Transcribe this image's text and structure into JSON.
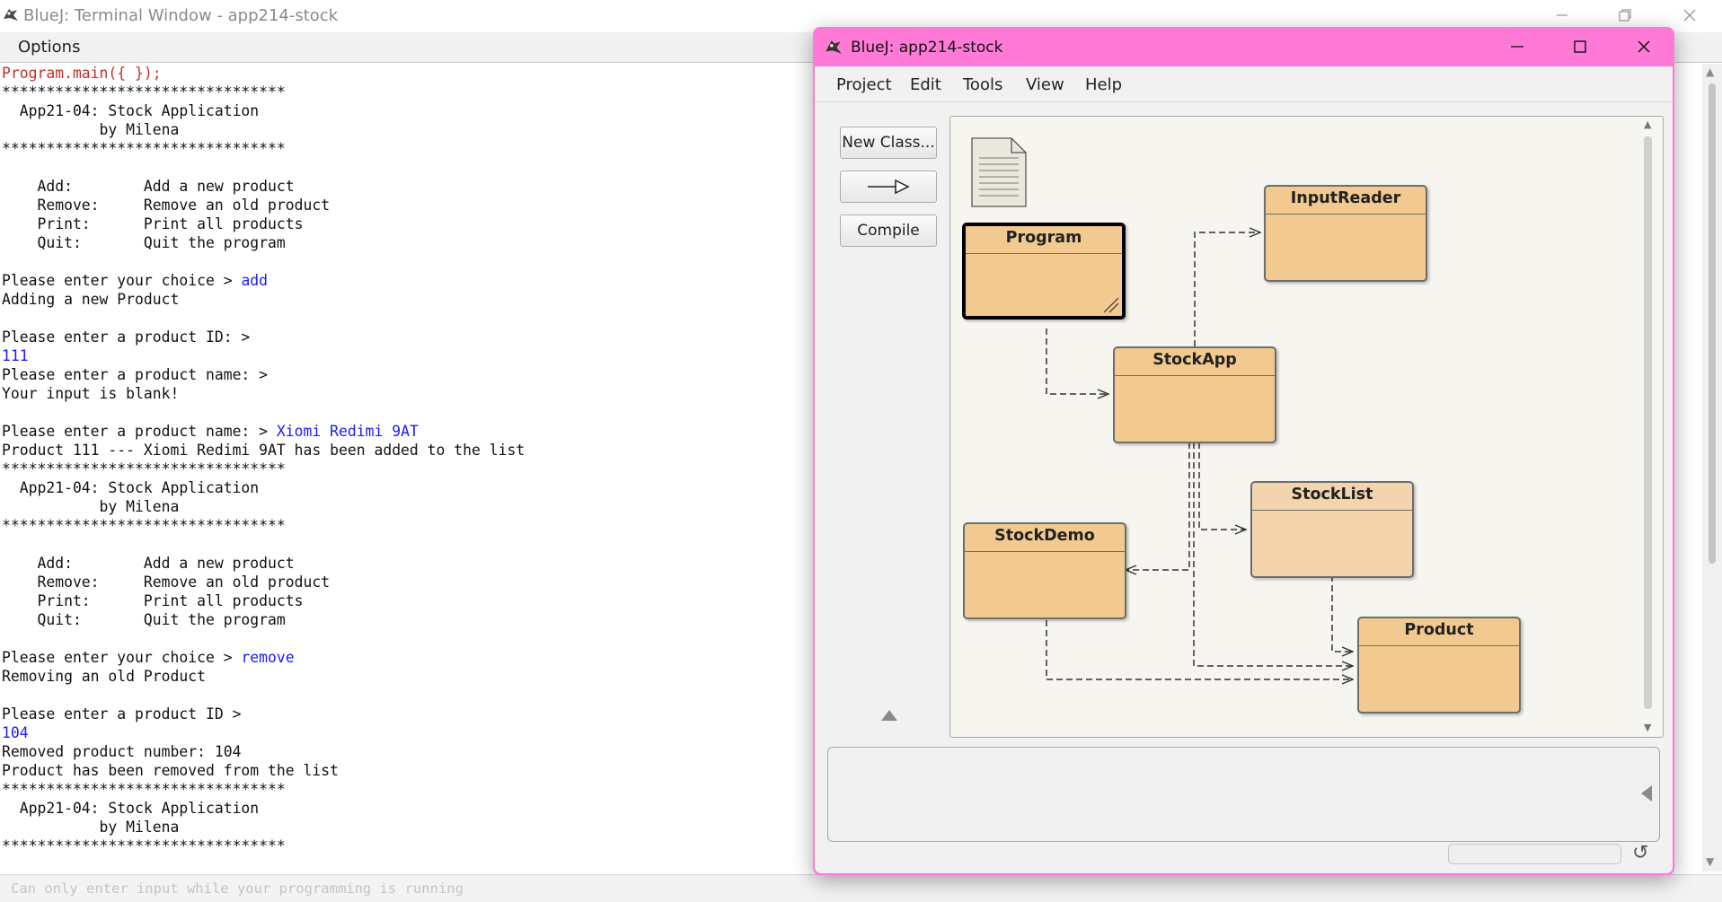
{
  "terminal": {
    "title": "BlueJ: Terminal Window - app214-stock",
    "menu_options": "Options",
    "lines": [
      {
        "text": "Program.main({ });",
        "input": "",
        "red": true
      },
      {
        "text": "********************************",
        "input": ""
      },
      {
        "text": "  App21-04: Stock Application",
        "input": ""
      },
      {
        "text": "           by Milena",
        "input": ""
      },
      {
        "text": "********************************",
        "input": ""
      },
      {
        "text": "",
        "input": ""
      },
      {
        "text": "    Add:        Add a new product",
        "input": ""
      },
      {
        "text": "    Remove:     Remove an old product",
        "input": ""
      },
      {
        "text": "    Print:      Print all products",
        "input": ""
      },
      {
        "text": "    Quit:       Quit the program",
        "input": ""
      },
      {
        "text": "",
        "input": ""
      },
      {
        "text": "Please enter your choice > ",
        "input": "add"
      },
      {
        "text": "Adding a new Product",
        "input": ""
      },
      {
        "text": "",
        "input": ""
      },
      {
        "text": "Please enter a product ID: >",
        "input": ""
      },
      {
        "text": "",
        "input": "111"
      },
      {
        "text": "Please enter a product name: >",
        "input": ""
      },
      {
        "text": "Your input is blank!",
        "input": ""
      },
      {
        "text": "",
        "input": ""
      },
      {
        "text": "Please enter a product name: > ",
        "input": "Xiomi Redimi 9AT"
      },
      {
        "text": "Product 111 --- Xiomi Redimi 9AT has been added to the list",
        "input": ""
      },
      {
        "text": "********************************",
        "input": ""
      },
      {
        "text": "  App21-04: Stock Application",
        "input": ""
      },
      {
        "text": "           by Milena",
        "input": ""
      },
      {
        "text": "********************************",
        "input": ""
      },
      {
        "text": "",
        "input": ""
      },
      {
        "text": "    Add:        Add a new product",
        "input": ""
      },
      {
        "text": "    Remove:     Remove an old product",
        "input": ""
      },
      {
        "text": "    Print:      Print all products",
        "input": ""
      },
      {
        "text": "    Quit:       Quit the program",
        "input": ""
      },
      {
        "text": "",
        "input": ""
      },
      {
        "text": "Please enter your choice > ",
        "input": "remove"
      },
      {
        "text": "Removing an old Product",
        "input": ""
      },
      {
        "text": "",
        "input": ""
      },
      {
        "text": "Please enter a product ID >",
        "input": ""
      },
      {
        "text": "",
        "input": "104"
      },
      {
        "text": "Removed product number: 104",
        "input": ""
      },
      {
        "text": "Product has been removed from the list",
        "input": ""
      },
      {
        "text": "********************************",
        "input": ""
      },
      {
        "text": "  App21-04: Stock Application",
        "input": ""
      },
      {
        "text": "           by Milena",
        "input": ""
      },
      {
        "text": "********************************",
        "input": ""
      }
    ],
    "input_placeholder": "Can only enter input while your programming is running"
  },
  "bluej": {
    "title": "BlueJ:  app214-stock",
    "menus": [
      "Project",
      "Edit",
      "Tools",
      "View",
      "Help"
    ],
    "buttons": {
      "new_class": "New Class...",
      "arrow": "—▷",
      "compile": "Compile"
    },
    "classes": {
      "program": "Program",
      "input_reader": "InputReader",
      "stock_app": "StockApp",
      "stock_list": "StockList",
      "stock_demo": "StockDemo",
      "product": "Product"
    }
  }
}
